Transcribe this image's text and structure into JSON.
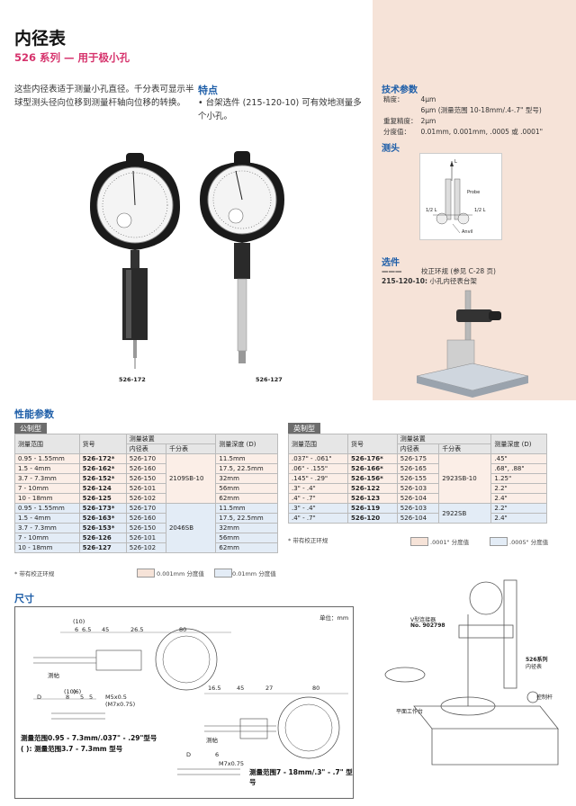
{
  "title": "内径表",
  "subtitle": "526 系列 — 用于极小孔",
  "intro": "这些内径表适于测量小孔直径。千分表可显示半球型测头径向位移到测量杆轴向位移的转换。",
  "features": {
    "heading": "特点",
    "text": "• 台架选件 (215-120-10) 可有效地测量多个小孔。"
  },
  "images": {
    "left_model": "526-172",
    "right_model": "526-127"
  },
  "tech": {
    "heading": "技术参数",
    "rows": [
      {
        "label": "精度：",
        "value": "4μm"
      },
      {
        "label": "",
        "value": "6μm (测量范围 10-18mm/.4-.7\" 型号)"
      },
      {
        "label": "重复精度：",
        "value": "2μm"
      },
      {
        "label": "分度值：",
        "value": "0.01mm, 0.001mm, .0005 或 .0001\""
      }
    ]
  },
  "probe": {
    "heading": "测头",
    "label_probe": "Probe",
    "label_anvil": "Anvil",
    "label_l": "L",
    "label_half_l": "1/2 L"
  },
  "options": {
    "heading": "选件",
    "rows": [
      {
        "code": "———",
        "text": "校正环规 (参见 C-28 页)"
      },
      {
        "code": "215-120-10:",
        "text": "小孔内径表台架"
      }
    ]
  },
  "performance": {
    "heading": "性能参数",
    "metric": {
      "tag": "公制型",
      "headers": {
        "range": "测量范围",
        "code": "货号",
        "device": "测量装置",
        "bore": "内径表",
        "indicator": "千分表",
        "depth": "测量深度 (D)"
      },
      "rows": [
        {
          "range": "0.95 - 1.55mm",
          "code": "526-172*",
          "bore": "526-170",
          "depth": "11.5mm"
        },
        {
          "range": "1.5 - 4mm",
          "code": "526-162*",
          "bore": "526-160",
          "depth": "17.5, 22.5mm"
        },
        {
          "range": "3.7 - 7.3mm",
          "code": "526-152*",
          "bore": "526-150",
          "depth": "32mm"
        },
        {
          "range": "7 - 10mm",
          "code": "526-124",
          "bore": "526-101",
          "depth": "56mm"
        },
        {
          "range": "10 - 18mm",
          "code": "526-125",
          "bore": "526-102",
          "depth": "62mm"
        },
        {
          "range": "0.95 - 1.55mm",
          "code": "526-173*",
          "bore": "526-170",
          "depth": "11.5mm"
        },
        {
          "range": "1.5 - 4mm",
          "code": "526-163*",
          "bore": "526-160",
          "depth": "17.5, 22.5mm"
        },
        {
          "range": "3.7 - 7.3mm",
          "code": "526-153*",
          "bore": "526-150",
          "depth": "32mm"
        },
        {
          "range": "7 - 10mm",
          "code": "526-126",
          "bore": "526-101",
          "depth": "56mm"
        },
        {
          "range": "10 - 18mm",
          "code": "526-127",
          "bore": "526-102",
          "depth": "62mm"
        }
      ],
      "indicator_a": "2109SB-10",
      "indicator_b": "2046SB",
      "note": "* 带有校正环规",
      "legend_a": "0.001mm 分度值",
      "legend_b": "0.01mm 分度值"
    },
    "inch": {
      "tag": "英制型",
      "headers": {
        "range": "测量范围",
        "code": "货号",
        "device": "测量装置",
        "bore": "内径表",
        "indicator": "千分表",
        "depth": "测量深度 (D)"
      },
      "rows": [
        {
          "range": ".037\" - .061\"",
          "code": "526-176*",
          "bore": "526-175",
          "depth": ".45\""
        },
        {
          "range": ".06\" - .155\"",
          "code": "526-166*",
          "bore": "526-165",
          "depth": ".68\", .88\""
        },
        {
          "range": ".145\" - .29\"",
          "code": "526-156*",
          "bore": "526-155",
          "depth": "1.25\""
        },
        {
          "range": ".3\" - .4\"",
          "code": "526-122",
          "bore": "526-103",
          "depth": "2.2\""
        },
        {
          "range": ".4\" - .7\"",
          "code": "526-123",
          "bore": "526-104",
          "depth": "2.4\""
        },
        {
          "range": ".3\" - .4\"",
          "code": "526-119",
          "bore": "526-103",
          "depth": "2.2\""
        },
        {
          "range": ".4\" - .7\"",
          "code": "526-120",
          "bore": "526-104",
          "depth": "2.4\""
        }
      ],
      "indicator_a": "2923SB-10",
      "indicator_b": "2922SB",
      "note": "* 带有校正环规",
      "legend_a": ".0001\" 分度值",
      "legend_b": ".0005\" 分度值"
    }
  },
  "dimensions": {
    "heading": "尺寸",
    "unit": "单位：mm",
    "caption1a": "测量范围0.95 - 7.3mm/.037\" - .29\"型号",
    "caption1b": "( ): 测量范围3.7 - 7.3mm 型号",
    "caption2": "测量范围7 - 18mm/.3\" - .7\" 型号",
    "label_probe": "测帖",
    "label_probe2": "测帖",
    "dims": [
      "(10)",
      "6",
      "6.5",
      "45",
      "26.5",
      "80",
      "(10)",
      "(6)",
      "5",
      "D",
      "8",
      "5",
      "M5x0.5",
      "(M7x0.75)",
      "16.5",
      "45",
      "27",
      "80",
      "D",
      "6",
      "M7x0.75"
    ],
    "stand_labels": {
      "connector": "V型连接器",
      "connector_no": "No. 902798",
      "series": "526系列",
      "bore": "内径表",
      "plate": "平面工作台",
      "lever": "控制杆"
    }
  },
  "colors": {
    "accent": "#1e5ea8",
    "subtitle": "#d6336c",
    "panel": "#f6e3d8",
    "legend_a": "#f6e3d8",
    "legend_b": "#e3ecf6"
  }
}
